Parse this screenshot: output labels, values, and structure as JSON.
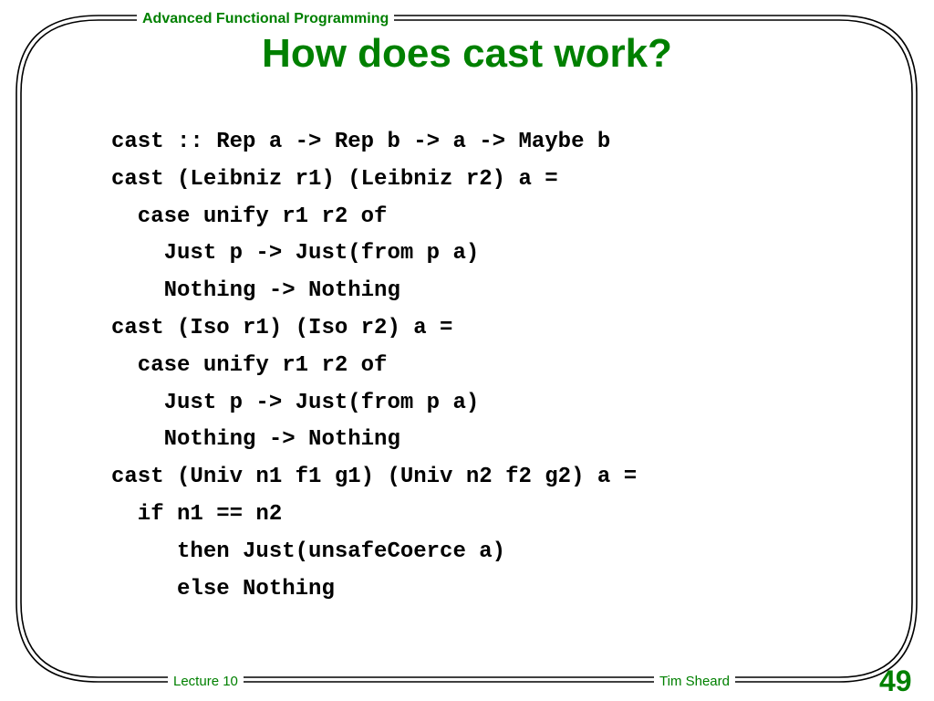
{
  "header": {
    "course_title": "Advanced Functional Programming"
  },
  "slide": {
    "title": "How does cast work?",
    "code_lines": [
      "cast :: Rep a -> Rep b -> a -> Maybe b",
      "cast (Leibniz r1) (Leibniz r2) a =",
      "  case unify r1 r2 of",
      "    Just p -> Just(from p a)",
      "    Nothing -> Nothing",
      "cast (Iso r1) (Iso r2) a =",
      "  case unify r1 r2 of",
      "    Just p -> Just(from p a)",
      "    Nothing -> Nothing",
      "cast (Univ n1 f1 g1) (Univ n2 f2 g2) a =",
      "  if n1 == n2",
      "     then Just(unsafeCoerce a)",
      "     else Nothing"
    ]
  },
  "footer": {
    "lecture": "Lecture 10",
    "author": "Tim Sheard",
    "page_number": "49"
  },
  "colors": {
    "accent": "#008000",
    "text": "#000000",
    "frame": "#000000"
  }
}
